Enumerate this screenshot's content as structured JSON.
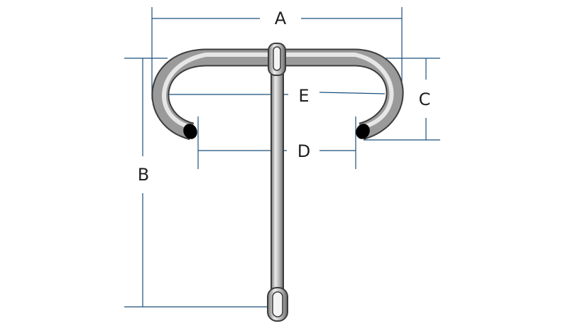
{
  "labels": {
    "a": "A",
    "b": "B",
    "c": "C",
    "d": "D",
    "e": "E"
  },
  "colors": {
    "dimension_line": "#1b4f7a",
    "metal_dark": "#3c3c3c",
    "metal_mid": "#8e8e8e",
    "metal_light": "#e6e6e6",
    "tip": "#000000"
  }
}
